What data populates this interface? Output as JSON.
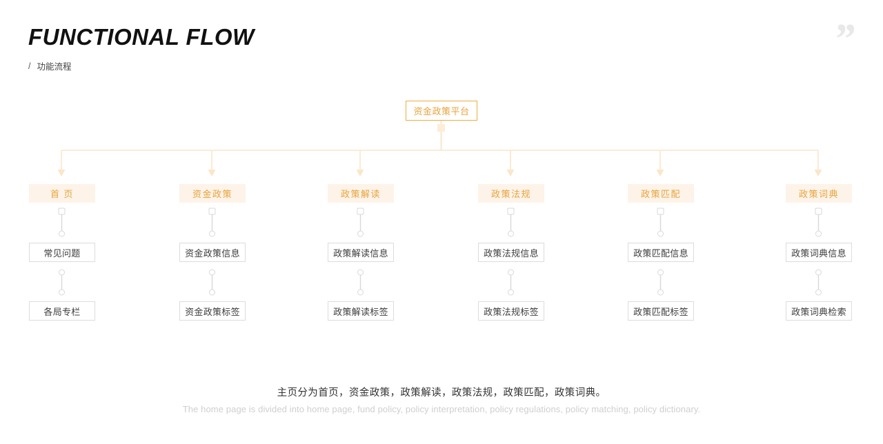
{
  "header": {
    "title": "FUNCTIONAL FLOW",
    "slash": "/",
    "subtitle": "功能流程",
    "quote_icon": "right-double-quotation-mark"
  },
  "colors": {
    "accent_orange": "#e8a33c",
    "accent_border": "#eeab3e",
    "level1_fill": "#fdf3e8",
    "connector_orange": "#fbe6c8",
    "connector_gray": "#d8d8d8",
    "box_border": "#dcdcdc",
    "text_dark": "#3c3c3c",
    "caption_en": "#cfcfcf"
  },
  "diagram": {
    "root": {
      "label": "资金政策平台"
    },
    "columns": [
      {
        "level1": "首 页",
        "level2": "常见问题",
        "level3": "各局专栏"
      },
      {
        "level1": "资金政策",
        "level2": "资金政策信息",
        "level3": "资金政策标签"
      },
      {
        "level1": "政策解读",
        "level2": "政策解读信息",
        "level3": "政策解读标签"
      },
      {
        "level1": "政策法规",
        "level2": "政策法规信息",
        "level3": "政策法规标签"
      },
      {
        "level1": "政策匹配",
        "level2": "政策匹配信息",
        "level3": "政策匹配标签"
      },
      {
        "level1": "政策词典",
        "level2": "政策词典信息",
        "level3": "政策词典检索"
      }
    ]
  },
  "footer": {
    "caption_cn": "主页分为首页，资金政策，政策解读，政策法规，政策匹配，政策词典。",
    "caption_en": "The home page is divided into home page, fund policy, policy interpretation, policy regulations, policy matching, policy dictionary."
  }
}
